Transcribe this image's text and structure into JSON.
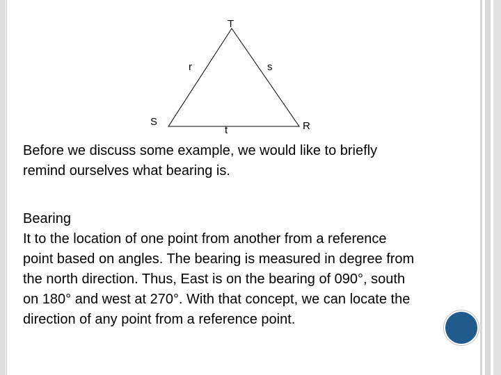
{
  "diagram": {
    "vertices": {
      "T": "T",
      "S": "S",
      "R": "R"
    },
    "sides": {
      "r": "r",
      "s": "s",
      "t": "t"
    },
    "line_color": "#000000"
  },
  "text": {
    "intro": "Before we discuss some example, we would like to briefly remind ourselves what bearing is.",
    "heading": "Bearing",
    "body": "It to the location of one point from another from a reference point based on angles. The bearing is measured in degree from the north direction. Thus, East is on the bearing of 090°, south on 180° and west at 270°. With that concept, we can locate the direction of any point from a reference point."
  },
  "decor": {
    "dot_color": "#215a8c",
    "border_color": "#d9d9d9"
  }
}
